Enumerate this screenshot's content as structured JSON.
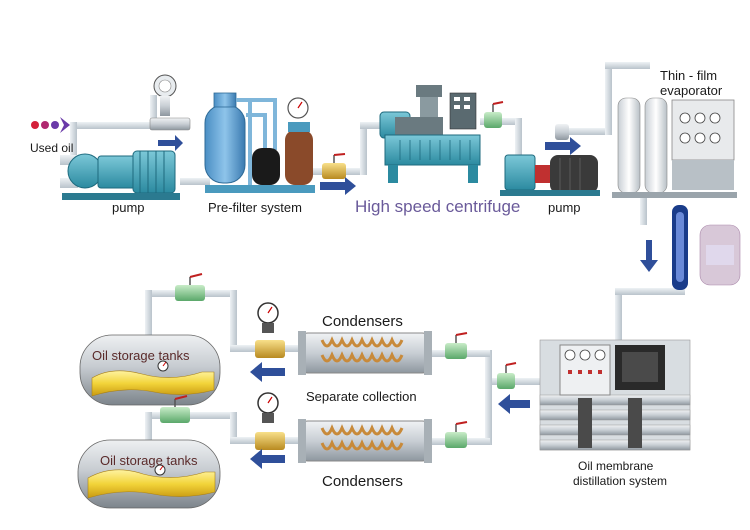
{
  "labels": {
    "used_oil": "Used  oil",
    "pump_left": "pump",
    "prefilter": "Pre-filter system",
    "centrifuge": "High speed centrifuge",
    "pump_right": "pump",
    "evaporator_line1": "Thin - film",
    "evaporator_line2": "evaporator",
    "condensers_top": "Condensers",
    "separate_collection": "Separate collection",
    "condensers_bottom": "Condensers",
    "storage_top": "Oil storage tanks",
    "storage_bottom": "Oil storage tanks",
    "membrane_line1": "Oil   membrane",
    "membrane_line2": "distillation system"
  },
  "colors": {
    "pipe": "#cfd6dc",
    "pipe_edge": "#aab4bc",
    "arrow_blue": "#2f4f9a",
    "equipment_teal": "#3a9fb5",
    "equipment_blue": "#4f8fc0",
    "oil_yellow": "#f2d43a",
    "tank_gray": "#c9cdd1",
    "valve_green": "#7fc08a",
    "valve_handle": "#d02020",
    "coil": "#c88a3a",
    "used_oil_dots": [
      "#d4203a",
      "#b02870",
      "#6a3aa8"
    ]
  }
}
